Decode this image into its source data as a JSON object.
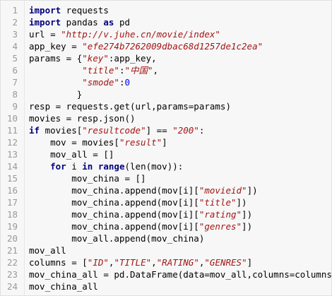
{
  "editor": {
    "lines": [
      {
        "n": "1",
        "tokens": [
          {
            "t": "import",
            "c": "kw"
          },
          {
            "t": " requests",
            "c": ""
          }
        ]
      },
      {
        "n": "2",
        "tokens": [
          {
            "t": "import",
            "c": "kw"
          },
          {
            "t": " pandas ",
            "c": ""
          },
          {
            "t": "as",
            "c": "kw"
          },
          {
            "t": " pd",
            "c": ""
          }
        ]
      },
      {
        "n": "3",
        "tokens": [
          {
            "t": "url = ",
            "c": ""
          },
          {
            "t": "\"http://v.juhe.cn/movie/index\"",
            "c": "str"
          }
        ]
      },
      {
        "n": "4",
        "tokens": [
          {
            "t": "app_key = ",
            "c": ""
          },
          {
            "t": "\"efe274b7262009dbac68d1257de1c2ea\"",
            "c": "str"
          }
        ]
      },
      {
        "n": "5",
        "tokens": [
          {
            "t": "params = {",
            "c": ""
          },
          {
            "t": "\"key\"",
            "c": "str"
          },
          {
            "t": ":app_key,",
            "c": ""
          }
        ]
      },
      {
        "n": "6",
        "tokens": [
          {
            "t": "          ",
            "c": ""
          },
          {
            "t": "\"title\"",
            "c": "str"
          },
          {
            "t": ":",
            "c": ""
          },
          {
            "t": "\"中国\"",
            "c": "str"
          },
          {
            "t": ",",
            "c": ""
          }
        ]
      },
      {
        "n": "7",
        "tokens": [
          {
            "t": "          ",
            "c": ""
          },
          {
            "t": "\"smode\"",
            "c": "str"
          },
          {
            "t": ":",
            "c": ""
          },
          {
            "t": "0",
            "c": "num"
          }
        ]
      },
      {
        "n": "8",
        "tokens": [
          {
            "t": "         }",
            "c": ""
          }
        ]
      },
      {
        "n": "9",
        "tokens": [
          {
            "t": "resp = requests.get(url,params=params)",
            "c": ""
          }
        ]
      },
      {
        "n": "10",
        "tokens": [
          {
            "t": "movies = resp.json()",
            "c": ""
          }
        ]
      },
      {
        "n": "11",
        "tokens": [
          {
            "t": "if",
            "c": "kw"
          },
          {
            "t": " movies[",
            "c": ""
          },
          {
            "t": "\"resultcode\"",
            "c": "str"
          },
          {
            "t": "] == ",
            "c": ""
          },
          {
            "t": "\"200\"",
            "c": "str"
          },
          {
            "t": ":",
            "c": ""
          }
        ]
      },
      {
        "n": "12",
        "tokens": [
          {
            "t": "    mov = movies[",
            "c": ""
          },
          {
            "t": "\"result\"",
            "c": "str"
          },
          {
            "t": "]",
            "c": ""
          }
        ]
      },
      {
        "n": "13",
        "tokens": [
          {
            "t": "    mov_all = []",
            "c": ""
          }
        ]
      },
      {
        "n": "14",
        "tokens": [
          {
            "t": "    ",
            "c": ""
          },
          {
            "t": "for",
            "c": "kw"
          },
          {
            "t": " i ",
            "c": ""
          },
          {
            "t": "in",
            "c": "kw"
          },
          {
            "t": " ",
            "c": ""
          },
          {
            "t": "range",
            "c": "kw"
          },
          {
            "t": "(len(mov)):",
            "c": ""
          }
        ]
      },
      {
        "n": "15",
        "tokens": [
          {
            "t": "        mov_china = []",
            "c": ""
          }
        ]
      },
      {
        "n": "16",
        "tokens": [
          {
            "t": "        mov_china.append(mov[i][",
            "c": ""
          },
          {
            "t": "\"movieid\"",
            "c": "str"
          },
          {
            "t": "])",
            "c": ""
          }
        ]
      },
      {
        "n": "17",
        "tokens": [
          {
            "t": "        mov_china.append(mov[i][",
            "c": ""
          },
          {
            "t": "\"title\"",
            "c": "str"
          },
          {
            "t": "])",
            "c": ""
          }
        ]
      },
      {
        "n": "18",
        "tokens": [
          {
            "t": "        mov_china.append(mov[i][",
            "c": ""
          },
          {
            "t": "\"rating\"",
            "c": "str"
          },
          {
            "t": "])",
            "c": ""
          }
        ]
      },
      {
        "n": "19",
        "tokens": [
          {
            "t": "        mov_china.append(mov[i][",
            "c": ""
          },
          {
            "t": "\"genres\"",
            "c": "str"
          },
          {
            "t": "])",
            "c": ""
          }
        ]
      },
      {
        "n": "20",
        "tokens": [
          {
            "t": "        mov_all.append(mov_china)",
            "c": ""
          }
        ]
      },
      {
        "n": "21",
        "tokens": [
          {
            "t": "mov_all",
            "c": ""
          }
        ]
      },
      {
        "n": "22",
        "tokens": [
          {
            "t": "columns = [",
            "c": ""
          },
          {
            "t": "\"ID\"",
            "c": "str"
          },
          {
            "t": ",",
            "c": ""
          },
          {
            "t": "\"TITLE\"",
            "c": "str"
          },
          {
            "t": ",",
            "c": ""
          },
          {
            "t": "\"RATING\"",
            "c": "str"
          },
          {
            "t": ",",
            "c": ""
          },
          {
            "t": "\"GENRES\"",
            "c": "str"
          },
          {
            "t": "]",
            "c": ""
          }
        ]
      },
      {
        "n": "23",
        "tokens": [
          {
            "t": "mov_china_all = pd.DataFrame(data=mov_all,columns=columns)",
            "c": ""
          }
        ]
      },
      {
        "n": "24",
        "tokens": [
          {
            "t": "mov_china_all",
            "c": ""
          }
        ]
      }
    ]
  }
}
